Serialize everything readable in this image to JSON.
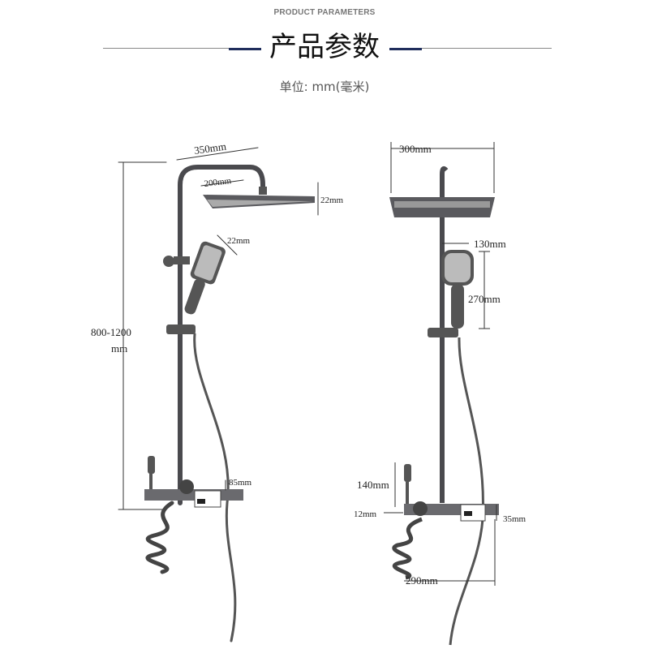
{
  "header": {
    "subtitle": "PRODUCT PARAMETERS",
    "title": "产品参数",
    "unit": "单位: mm(毫米)"
  },
  "colors": {
    "accent": "#1f2d5c",
    "metal": "#4a4a4e",
    "text": "#222222"
  },
  "front_view": {
    "height": "800-1200",
    "height_unit": "mm",
    "arm_length": "350mm",
    "head_width": "200mm",
    "head_thickness": "22mm",
    "hand_shower_thickness": "22mm",
    "valve_depth": "85mm"
  },
  "side_view": {
    "head_width": "300mm",
    "hand_shower_width": "130mm",
    "hand_shower_length": "270mm",
    "sprayer_height": "140mm",
    "shelf_thickness": "12mm",
    "display_height": "35mm",
    "shelf_width": "290mm"
  }
}
